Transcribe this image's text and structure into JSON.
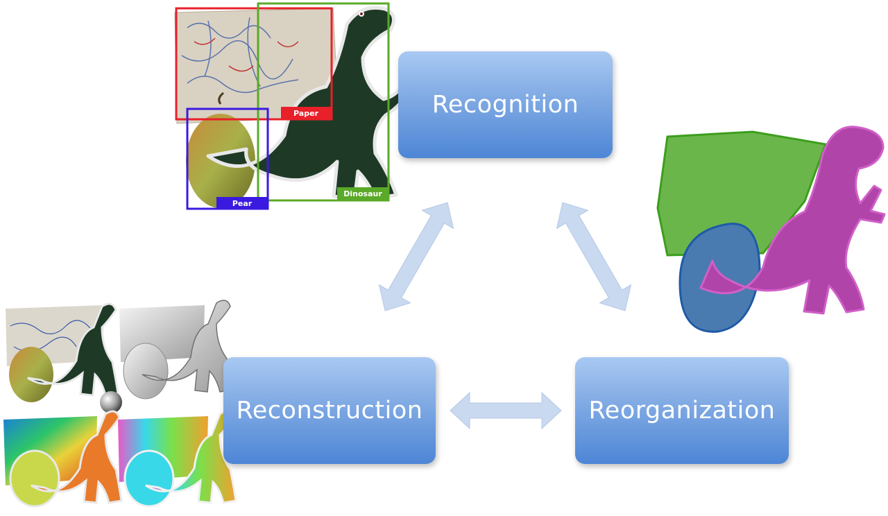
{
  "nodes": {
    "recognition": "Recognition",
    "reconstruction": "Reconstruction",
    "reorganization": "Reorganization"
  },
  "detections": {
    "paper": "Paper",
    "pear": "Pear",
    "dinosaur": "Dinosaur"
  },
  "colors": {
    "paper_box": "#e8202a",
    "pear_box": "#3a1ae0",
    "dinosaur_box": "#5aa928",
    "arrow": "#c5d6ee",
    "segment_paper": "#6bb64a",
    "segment_pear": "#4a7bb0",
    "segment_dinosaur": "#b044a8"
  }
}
